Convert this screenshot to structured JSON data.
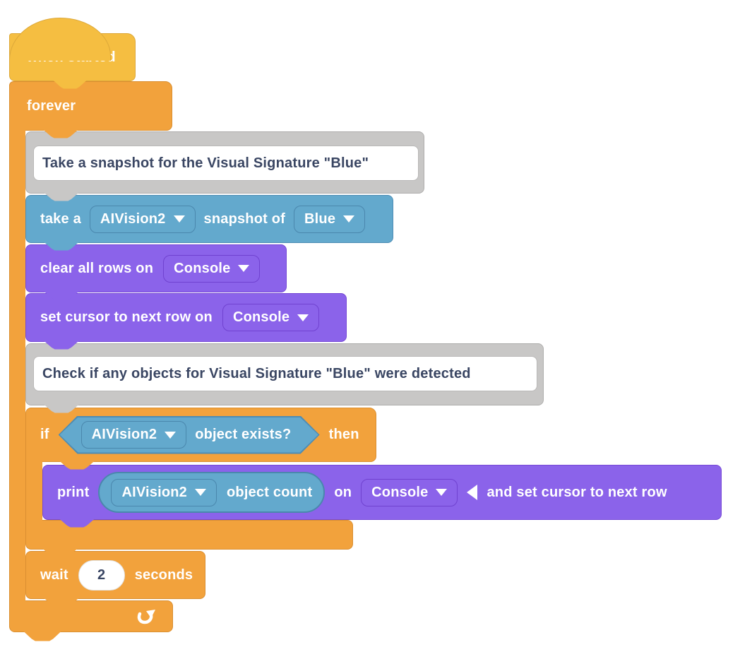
{
  "palette": {
    "hat_yellow": "#F5BE41",
    "control_orange": "#F2A23C",
    "sensing_blue": "#63A9CD",
    "console_purple": "#8B63EA",
    "comment_gray": "#C8C7C6",
    "comment_text": "#3A4663",
    "block_text": "#FFFFFF"
  },
  "blocks": {
    "when_started": {
      "label": "when started"
    },
    "forever": {
      "label": "forever"
    },
    "comment1": {
      "text": "Take a snapshot for the Visual Signature \"Blue\""
    },
    "take_snapshot": {
      "prefix": "take a",
      "device": "AIVision2",
      "middle": "snapshot of",
      "signature": "Blue"
    },
    "clear_rows": {
      "label": "clear all rows on",
      "target": "Console"
    },
    "set_cursor": {
      "label": "set cursor to next row on",
      "target": "Console"
    },
    "comment2": {
      "text": "Check if any objects for Visual Signature \"Blue\" were detected"
    },
    "if_block": {
      "prefix": "if",
      "device": "AIVision2",
      "condition": "object exists?",
      "suffix": "then"
    },
    "print_block": {
      "prefix": "print",
      "device": "AIVision2",
      "reporter": "object count",
      "on_label": "on",
      "target": "Console",
      "option": "and set cursor to next row"
    },
    "wait_block": {
      "prefix": "wait",
      "value": "2",
      "suffix": "seconds"
    }
  }
}
